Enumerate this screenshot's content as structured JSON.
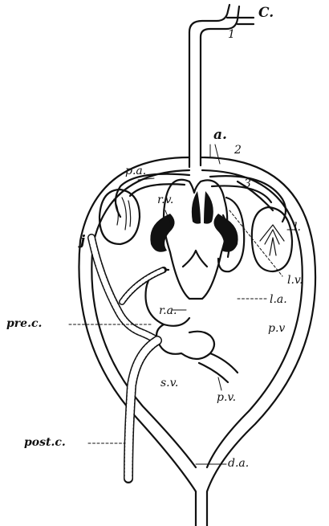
{
  "diagram": {
    "colors": {
      "ink": "#111111",
      "paper": "#ffffff"
    },
    "labels": {
      "c": "C.",
      "n1": "1",
      "a": "a.",
      "n2": "2",
      "n3": "3",
      "pa": "p.a.",
      "rv": "r.v.",
      "l": "l.",
      "j": "j",
      "lv": "l.v.",
      "la": "l.a.",
      "pre_c": "pre.c.",
      "ra": "r.a.",
      "pv_right": "p.v",
      "sv": "s.v.",
      "pv_bottom": "p.v.",
      "post_c": "post.c.",
      "da": "d.a."
    }
  }
}
